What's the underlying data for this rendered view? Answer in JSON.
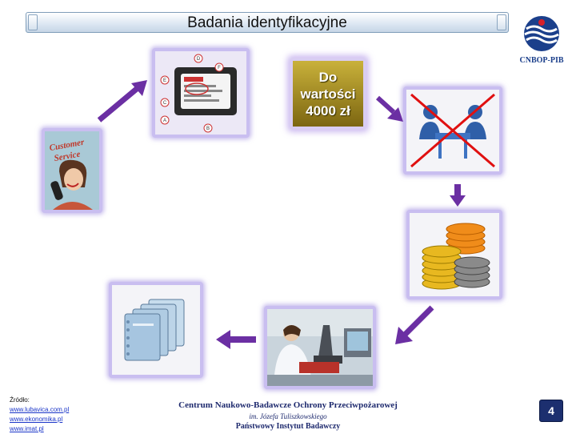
{
  "slide": {
    "title": "Badania identyfikacyjne",
    "page_number": "4"
  },
  "logo": {
    "text": "CNBOP-PIB"
  },
  "price_box": {
    "text": "Do wartości 4000 zł"
  },
  "sources": {
    "label": "Źródło:",
    "links": [
      "www.lubavica.com.pl",
      "www.ekonomika.pl",
      "www.imat.pl"
    ]
  },
  "footer": {
    "line1": "Centrum Naukowo-Badawcze Ochrony Przeciwpożarowej",
    "line2": "im. Józefa Tuliszkowskiego",
    "line3": "Państwowy Instytut Badawczy"
  },
  "tiles": [
    {
      "icon": "customer-service-icon"
    },
    {
      "icon": "label-diagram-icon"
    },
    {
      "icon": "crossed-meeting-icon"
    },
    {
      "icon": "coins-icon"
    },
    {
      "icon": "laboratory-photo-icon"
    },
    {
      "icon": "documents-icon"
    }
  ],
  "colors": {
    "arrow": "#6b2fa3",
    "tile_border": "#c9bef0",
    "price_box": "#a88e22",
    "footer_text": "#1e2a6e",
    "page_box": "#1c2f6f"
  }
}
